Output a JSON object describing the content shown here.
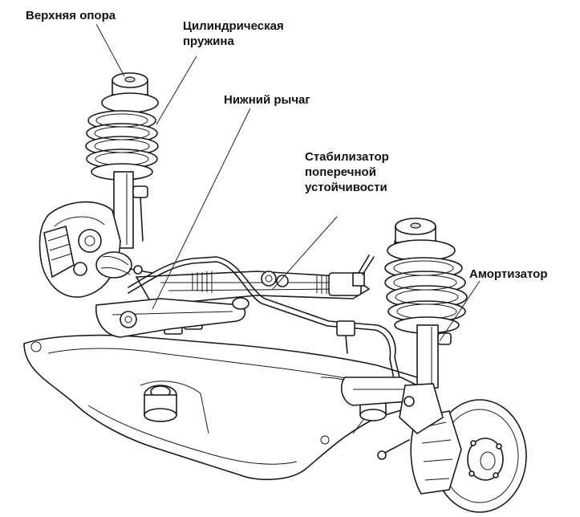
{
  "labels": {
    "top_mount": "Верхняя опора",
    "coil_spring": "Цилиндрическая\nпружина",
    "lower_arm": "Нижний рычаг",
    "stabilizer": "Стабилизатор\nпоперечной\nустойчивости",
    "shock_absorber": "Амортизатор"
  },
  "colors": {
    "ink": "#1a1a1a",
    "background": "#ffffff"
  }
}
